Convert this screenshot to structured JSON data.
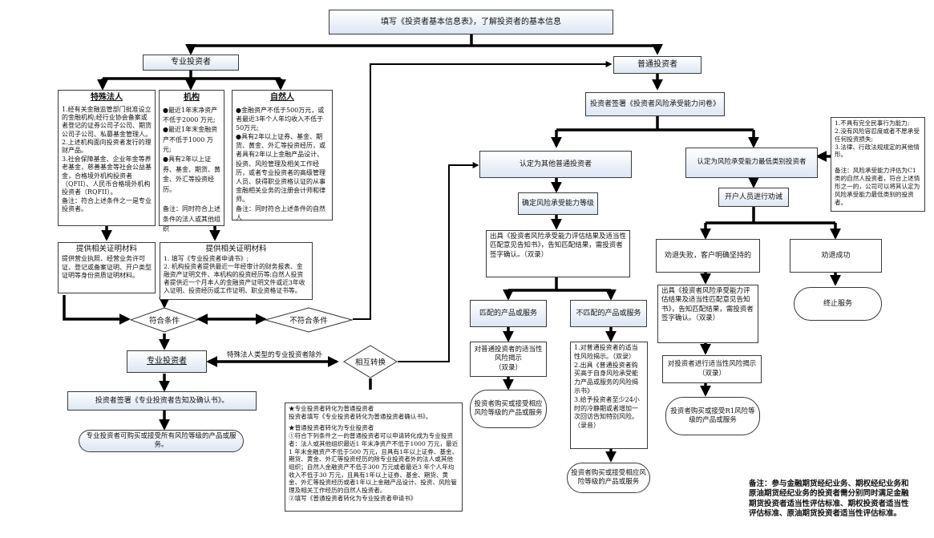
{
  "top_box": "填写《投资者基本信息表》，了解投资者的基本信息",
  "professional_investor": "专业投资者",
  "ordinary_investor": "普通投资者",
  "special_legal": {
    "title": "特殊法人",
    "body": "1.经有关金融监管部门批准设立的金融机构;经行业协会备案或者登记的证券公司子公司、期货公司子公司、私募基金管理人。\n2.上述机构面向投资者发行的理财产品。\n3.社会保障基金、企业年金等养老基金，慈善基金等社会公益基金，合格境外机构投资者（QFII）、人民币合格境外机构投资者（RQFII）。\n备注：符合上述条件之一是专业投资者。"
  },
  "institution": {
    "title": "机构",
    "body": "●最近1年末净资产不低于2000 万元;\n●最近1年末金融资产不低于1000 万元;\n●具有2年以上证券、基金、期货、黄金、外汇等投资经历。\n\n备注：同时符合上述条件的法人或其他组织"
  },
  "natural_person": {
    "title": "自然人",
    "body": "●金融资产不低于500万元，或者最近3年个人年均收入不低于50万元;\n●具有2年以上证券、基金、期货、黄金、外汇等投资经历，或者具有2年以上金融产品设计、投资、风险管理及相关工作经历，或者专业投资者的高级管理人员、获得职业资格认证的从事金融相关业务的注册会计师和律师。\n备注：同时符合上述条件的自然人"
  },
  "proof_left": {
    "title": "提供相关证明材料",
    "body": "提供营业执照、经营业务许可证、登记或备案证明、开户类型证明等身份资质证明材料。"
  },
  "proof_right": {
    "title": "提供相关证明材料",
    "body": "1. 填写《专业投资者申请书》;\n2. 机构投资者提供最近一年经审计的财务报表、金融资产证明文件、本机构的投资经历等;自然人投资者提供近一个月本人的金融资产证明文件或近3年收入证明、投资经历或工作证明、职业资格证书等。"
  },
  "meets": "符合条件",
  "not_meets": "不符合条件",
  "pro_box": "专业投资者",
  "special_except": "特殊法人类型的专业投资者除外",
  "mutual": "相互转换",
  "pro_sign": "投资者签署《专业投资者告知及确认书》。",
  "pro_buy": "专业投资者可购买或接受所有风险等级的产品或服务。",
  "conversion": {
    "line1": "★专业投资者转化为普通投资者",
    "line2": "投资者填写《专业投资者转化为普通投资者确认书》。",
    "line3": "★普通投资者转化为专业投资者",
    "line4": "①符合下列条件之一的普通投资者可以申请转化成为专业投资者：法人或其他组织最近1 年末净资产不低于1000 万元，最近1 年末金融资产不低于500 万元，且具有1年以上证券、基金、期货、黄金、外汇等投资经历的除专业投资者外的法人或其他组织；自然人金融资产不低于300 万元或者最近3 年个人年均收入不低于30 万元，且具有1年以上证券、基金、期货、黄金、外汇等投资经历或者1年以上金融产品设计、投资、风险管理及相关工作经历的自然人投资者。",
    "line5": "②填写《普通投资者转化为专业投资者申请书》"
  },
  "risk_q": "投资者签署《投资者风险承受能力问卷》",
  "recognized_ordinary": "认定为其他普通投资者",
  "recognized_lowest": "认定为风险承受能力最低类别投资者",
  "determine_level": "确定风险承受能力等级",
  "issue_result": "出具《投资者风险承受能力评估结果及适当性匹配意见告知书》，告知匹配结果，需投资者签字确认。（双录）",
  "matched": "匹配的产品或服务",
  "unmatched": "不匹配的产品或服务",
  "matched_reveal": "对普通投资者的适当性风险揭示\n（双录）",
  "matched_buy": "投资者购买或接受相应风险等级的产品或服务",
  "unmatched_steps": "1.对普通投资者的适当性风险揭示。（双录）\n2.出具《普通投资者购买高于自身风险承受能力产品或服务的风险揭示书》\n3.给予投资者至少24小时的冷静期或者增加一次回访告知特别风险。（录音）",
  "unmatched_buy": "投资者购买或接受相应风险等级的产品或服务",
  "lowest_cond": "1.不具有完全民事行为能力;\n2.没有风险容忍度或者不愿承受任何投资损失;\n3.法律、行政法规规定的其他情形。\n\n备注：风险承受能力评估为C1类的自然人投资者，符合上述情形之一的，公司可以将其认定为风险承受能力最低类别的投资者。",
  "dissuade": "开户人员进行劝诫",
  "dissuade_fail": "劝退失败，客户明确坚持的",
  "dissuade_success": "劝退成功",
  "terminate": "终止服务",
  "issue_result2": "出具《投资者风险承受能力评估结果及适当性匹配意见告知书》，告知匹配结果，需投资者签字确认。（双录）",
  "reveal2": "对投资者进行适当性风险揭示（双录）",
  "r1_buy": "投资者购买或接受R1风险等级的产品或服务",
  "footnote": "备注：参与金融期货经纪业务、期权经纪业务和原油期货经纪业务的投资者需分别同时满足金融期货投资者适当性评估标准、期权投资者适当性评估标准、原油期货投资者适当性评估标准。"
}
